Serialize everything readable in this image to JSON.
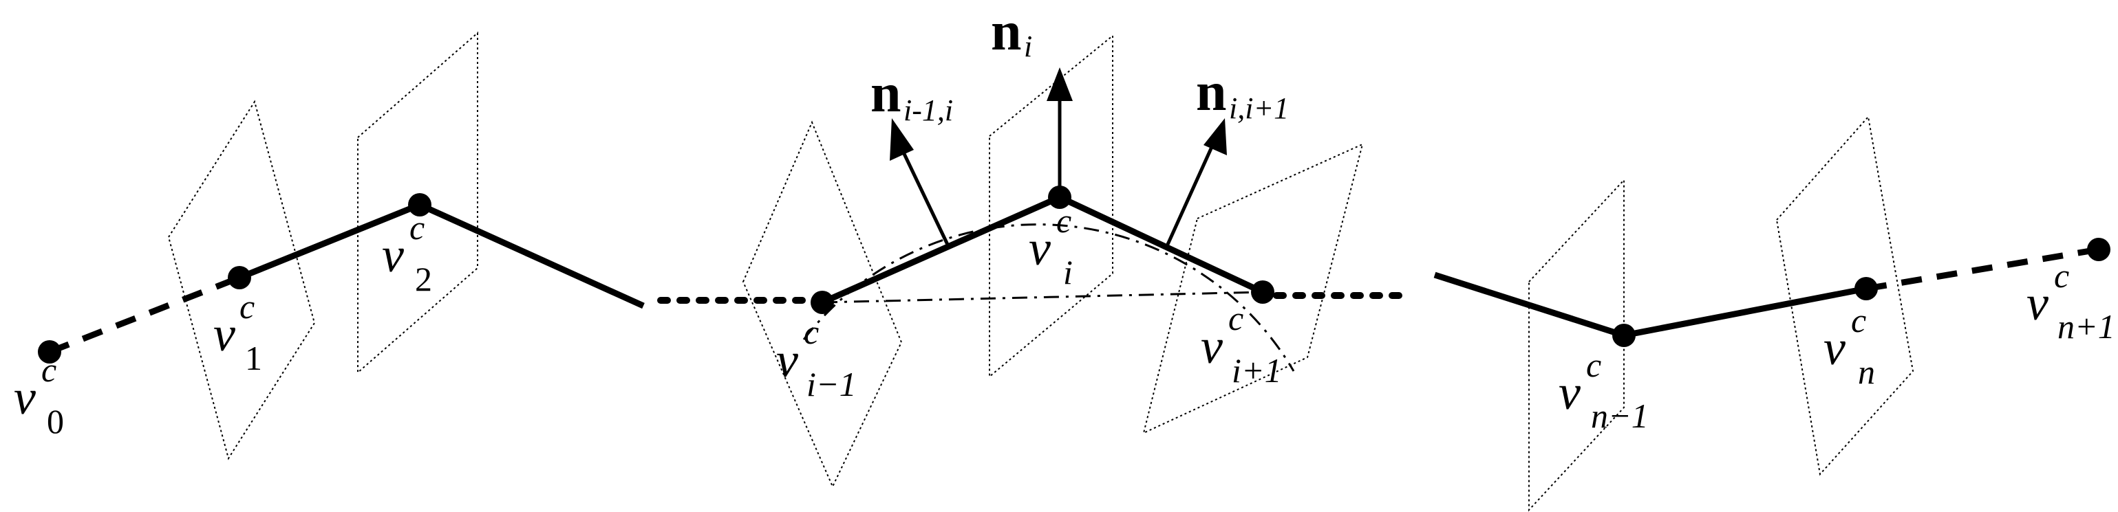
{
  "diagram": {
    "vertices": [
      {
        "id": "v0",
        "base": "v",
        "sup": "c",
        "sub": "0"
      },
      {
        "id": "v1",
        "base": "v",
        "sup": "c",
        "sub": "1"
      },
      {
        "id": "v2",
        "base": "v",
        "sup": "c",
        "sub": "2"
      },
      {
        "id": "vim1",
        "base": "v",
        "sup": "c",
        "sub": "i−1"
      },
      {
        "id": "vi",
        "base": "v",
        "sup": "c",
        "sub": "i"
      },
      {
        "id": "vip1",
        "base": "v",
        "sup": "c",
        "sub": "i+1"
      },
      {
        "id": "vnm1",
        "base": "v",
        "sup": "c",
        "sub": "n−1"
      },
      {
        "id": "vn",
        "base": "v",
        "sup": "c",
        "sub": "n"
      },
      {
        "id": "vnp1",
        "base": "v",
        "sup": "c",
        "sub": "n+1"
      }
    ],
    "normals": [
      {
        "id": "n_prev",
        "base": "n",
        "sub": "i-1,i"
      },
      {
        "id": "n_i",
        "base": "n",
        "sub": "i"
      },
      {
        "id": "n_next",
        "base": "n",
        "sub": "i,i+1"
      }
    ]
  }
}
